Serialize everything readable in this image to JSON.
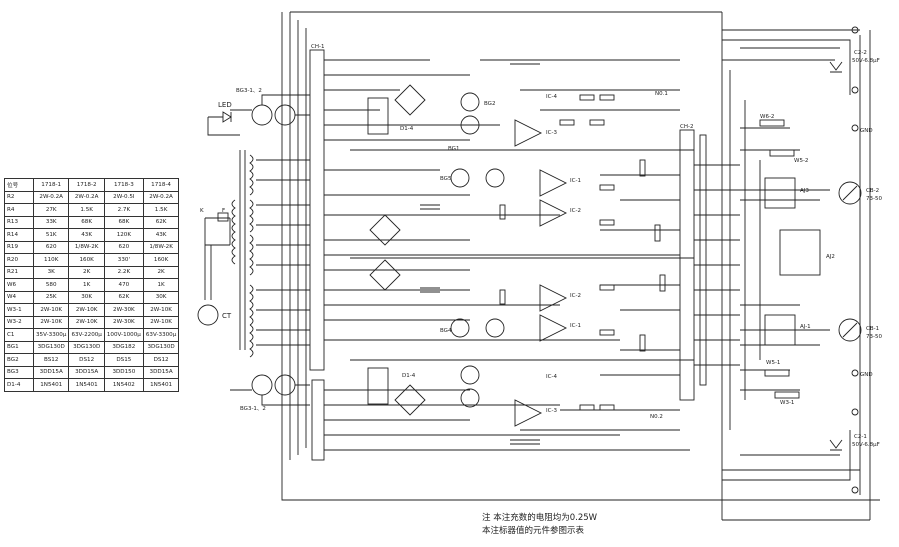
{
  "table": {
    "header": [
      "位号",
      "1718-1",
      "1718-2",
      "1718-3",
      "1718-4"
    ],
    "rows": [
      [
        "R2",
        "2W-0.2A",
        "2W-0.2A",
        "2W-0.5I",
        "2W-0.2A"
      ],
      [
        "R4",
        "27K",
        "1.5K",
        "2.7K",
        "1.5K"
      ],
      [
        "R13",
        "33K",
        "68K",
        "68K",
        "62K"
      ],
      [
        "R14",
        "51K",
        "43K",
        "120K",
        "43K"
      ],
      [
        "R19",
        "620",
        "1/8W-2K",
        "620",
        "1/8W-2K"
      ],
      [
        "R20",
        "110K",
        "160K",
        "330'",
        "160K"
      ],
      [
        "R21",
        "3K",
        "2K",
        "2.2K",
        "2K"
      ],
      [
        "W6",
        "580",
        "1K",
        "470",
        "1K"
      ],
      [
        "W4",
        "25K",
        "30K",
        "62K",
        "30K"
      ],
      [
        "W3-1",
        "2W-10K",
        "2W-10K",
        "2W-30K",
        "2W-10K"
      ],
      [
        "W3-2",
        "2W-10K",
        "2W-10K",
        "2W-30K",
        "2W-10K"
      ],
      [
        "C1",
        "35V-3300μ",
        "63V-2200μ",
        "100V-1000μ",
        "63V-3300μ"
      ],
      [
        "BG1",
        "3DG130D",
        "3DG130D",
        "3DG182",
        "3DG130D"
      ],
      [
        "BG2",
        "BS12",
        "DS12",
        "DS15",
        "DS12"
      ],
      [
        "BG3",
        "3DD15A",
        "3DD15A",
        "3DD150",
        "3DD15A"
      ],
      [
        "D1-4",
        "1N5401",
        "1N5401",
        "1N5402",
        "1N5401"
      ]
    ]
  },
  "labels": {
    "led": "LED",
    "bg3_top": "BG3-1、2",
    "bg3_bot": "BG3-1、2",
    "d1_4_top": "D1-4",
    "d1_4_bot": "D1-4",
    "ct": "CT",
    "k": "K",
    "f": "F",
    "c2_2": "C2-2",
    "c2_2_val": "50V-6.8μF",
    "c2_1": "C2-1",
    "c2_1_val": "50V-6.8μF",
    "gnd_top": "GND",
    "gnd_bot": "GND",
    "cb_2": "CB-2",
    "cb_2_val": "73-50",
    "cb_1": "CB-1",
    "cb_1_val": "73-50",
    "aj3": "AJ3",
    "aj2": "AJ2",
    "aj1": "AJ-1",
    "w5_2": "W5-2",
    "w5_1": "W5-1",
    "w6_2": "W6-2",
    "w3_1": "W3-1",
    "no1": "N0.1",
    "no2": "N0.2",
    "ch1": "CH-1",
    "ch2": "CH-2",
    "ic1": "IC-1",
    "ic2": "IC-2",
    "ic3": "IC-3",
    "ic4": "IC-4",
    "ic2b": "IC-2",
    "ic1b": "IC-1",
    "ic3b": "IC-3",
    "ic4b": "IC-4",
    "bg1": "BG1",
    "bg2": "BG2",
    "bg5": "BG5",
    "bg4": "BG4"
  },
  "note": {
    "line1": "注  本注充数的电阻均为0.25W",
    "line2": "本注标器值的元件参图示表"
  }
}
